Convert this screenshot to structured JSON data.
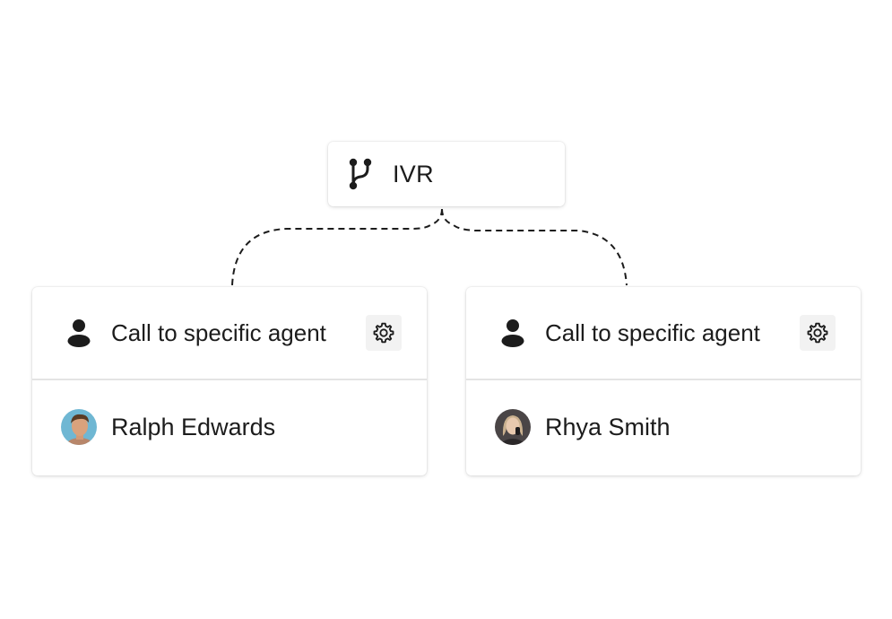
{
  "ivr": {
    "label": "IVR",
    "icon": "git-branch-icon"
  },
  "cards": [
    {
      "title": "Call to specific agent",
      "title_icon": "person-icon",
      "settings_icon": "gear-icon",
      "agent_name": "Ralph Edwards",
      "avatar_colors": {
        "background": "#6fb7d3",
        "skin": "#d9a27c",
        "hair": "#5a3b24"
      }
    },
    {
      "title": "Call to specific agent",
      "title_icon": "person-icon",
      "settings_icon": "gear-icon",
      "agent_name": "Rhya Smith",
      "avatar_colors": {
        "background": "#4a4546",
        "skin": "#e8c9ae",
        "hair": "#c9b08e"
      }
    }
  ],
  "colors": {
    "text": "#1c1c1c",
    "divider": "#e4e4e4",
    "settings_bg": "#f2f2f2",
    "connector": "#1c1c1c"
  }
}
